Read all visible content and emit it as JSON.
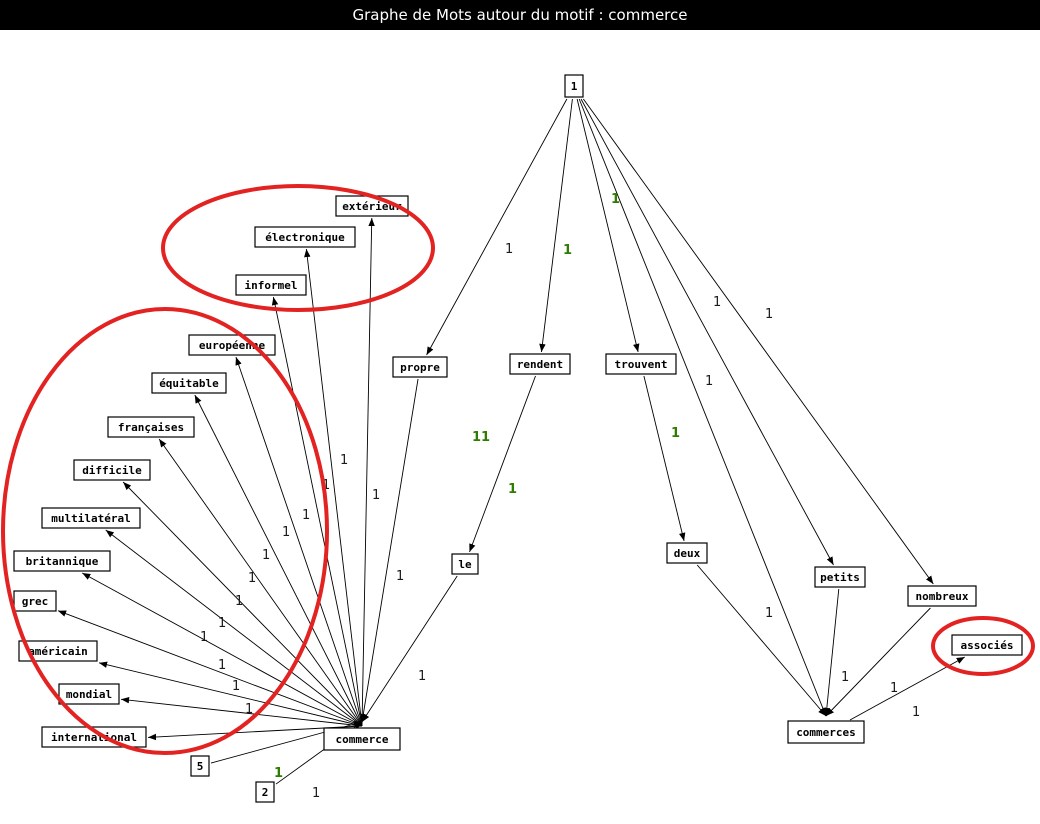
{
  "title": "Graphe de Mots autour du motif : commerce",
  "colors": {
    "highlight": "#e32222",
    "edge": "#000000",
    "accent_label": "#2e7d00"
  },
  "nodes": [
    {
      "id": "n1",
      "label": "1"
    },
    {
      "id": "exterieur",
      "label": "extérieur"
    },
    {
      "id": "electronique",
      "label": "électronique"
    },
    {
      "id": "informel",
      "label": "informel"
    },
    {
      "id": "europeenne",
      "label": "européenne"
    },
    {
      "id": "equitable",
      "label": "équitable"
    },
    {
      "id": "francaises",
      "label": "françaises"
    },
    {
      "id": "difficile",
      "label": "difficile"
    },
    {
      "id": "multilateral",
      "label": "multilatéral"
    },
    {
      "id": "britannique",
      "label": "britannique"
    },
    {
      "id": "grec",
      "label": "grec"
    },
    {
      "id": "americain",
      "label": "américain"
    },
    {
      "id": "mondial",
      "label": "mondial"
    },
    {
      "id": "international",
      "label": "international"
    },
    {
      "id": "commerce",
      "label": "commerce"
    },
    {
      "id": "n5",
      "label": "5"
    },
    {
      "id": "n2",
      "label": "2"
    },
    {
      "id": "propre",
      "label": "propre"
    },
    {
      "id": "rendent",
      "label": "rendent"
    },
    {
      "id": "trouvent",
      "label": "trouvent"
    },
    {
      "id": "le",
      "label": "le"
    },
    {
      "id": "deux",
      "label": "deux"
    },
    {
      "id": "petits",
      "label": "petits"
    },
    {
      "id": "nombreux",
      "label": "nombreux"
    },
    {
      "id": "associes",
      "label": "associés"
    },
    {
      "id": "commerces",
      "label": "commerces"
    }
  ],
  "edges": [
    {
      "from": "n1",
      "to": "propre",
      "label": "1"
    },
    {
      "from": "n1",
      "to": "rendent",
      "label": "1"
    },
    {
      "from": "n1",
      "to": "trouvent",
      "label": "1"
    },
    {
      "from": "n1",
      "to": "petits",
      "label": "1"
    },
    {
      "from": "n1",
      "to": "nombreux",
      "label": "1"
    },
    {
      "from": "n1",
      "to": "commerces",
      "label": "1"
    },
    {
      "from": "propre",
      "to": "commerce",
      "label": "1"
    },
    {
      "from": "rendent",
      "to": "le",
      "label": "1"
    },
    {
      "from": "le",
      "to": "commerce",
      "label": "1"
    },
    {
      "from": "trouvent",
      "to": "deux",
      "label": "1"
    },
    {
      "from": "deux",
      "to": "commerces",
      "label": "1"
    },
    {
      "from": "petits",
      "to": "commerces",
      "label": "1"
    },
    {
      "from": "nombreux",
      "to": "commerces",
      "label": "1"
    },
    {
      "from": "commerces",
      "to": "associes",
      "label": "1"
    },
    {
      "from": "commerce",
      "to": "exterieur",
      "label": "1"
    },
    {
      "from": "commerce",
      "to": "electronique",
      "label": "1"
    },
    {
      "from": "commerce",
      "to": "informel",
      "label": "1"
    },
    {
      "from": "commerce",
      "to": "europeenne",
      "label": "1"
    },
    {
      "from": "commerce",
      "to": "equitable",
      "label": "1"
    },
    {
      "from": "commerce",
      "to": "francaises",
      "label": "1"
    },
    {
      "from": "commerce",
      "to": "difficile",
      "label": "1"
    },
    {
      "from": "commerce",
      "to": "multilateral",
      "label": "1"
    },
    {
      "from": "commerce",
      "to": "britannique",
      "label": "1"
    },
    {
      "from": "commerce",
      "to": "grec",
      "label": "1"
    },
    {
      "from": "commerce",
      "to": "americain",
      "label": "1"
    },
    {
      "from": "commerce",
      "to": "mondial",
      "label": "1"
    },
    {
      "from": "commerce",
      "to": "international",
      "label": "1"
    },
    {
      "from": "n5",
      "to": "commerce",
      "label": ""
    },
    {
      "from": "n2",
      "to": "commerce",
      "label": "1"
    }
  ],
  "weight_labels": {
    "green_1": "1",
    "green_11": "11",
    "green_1b": "1",
    "bottom_1": "1"
  },
  "highlights": [
    "adjectives-group",
    "modifiers-group",
    "associes-group"
  ]
}
